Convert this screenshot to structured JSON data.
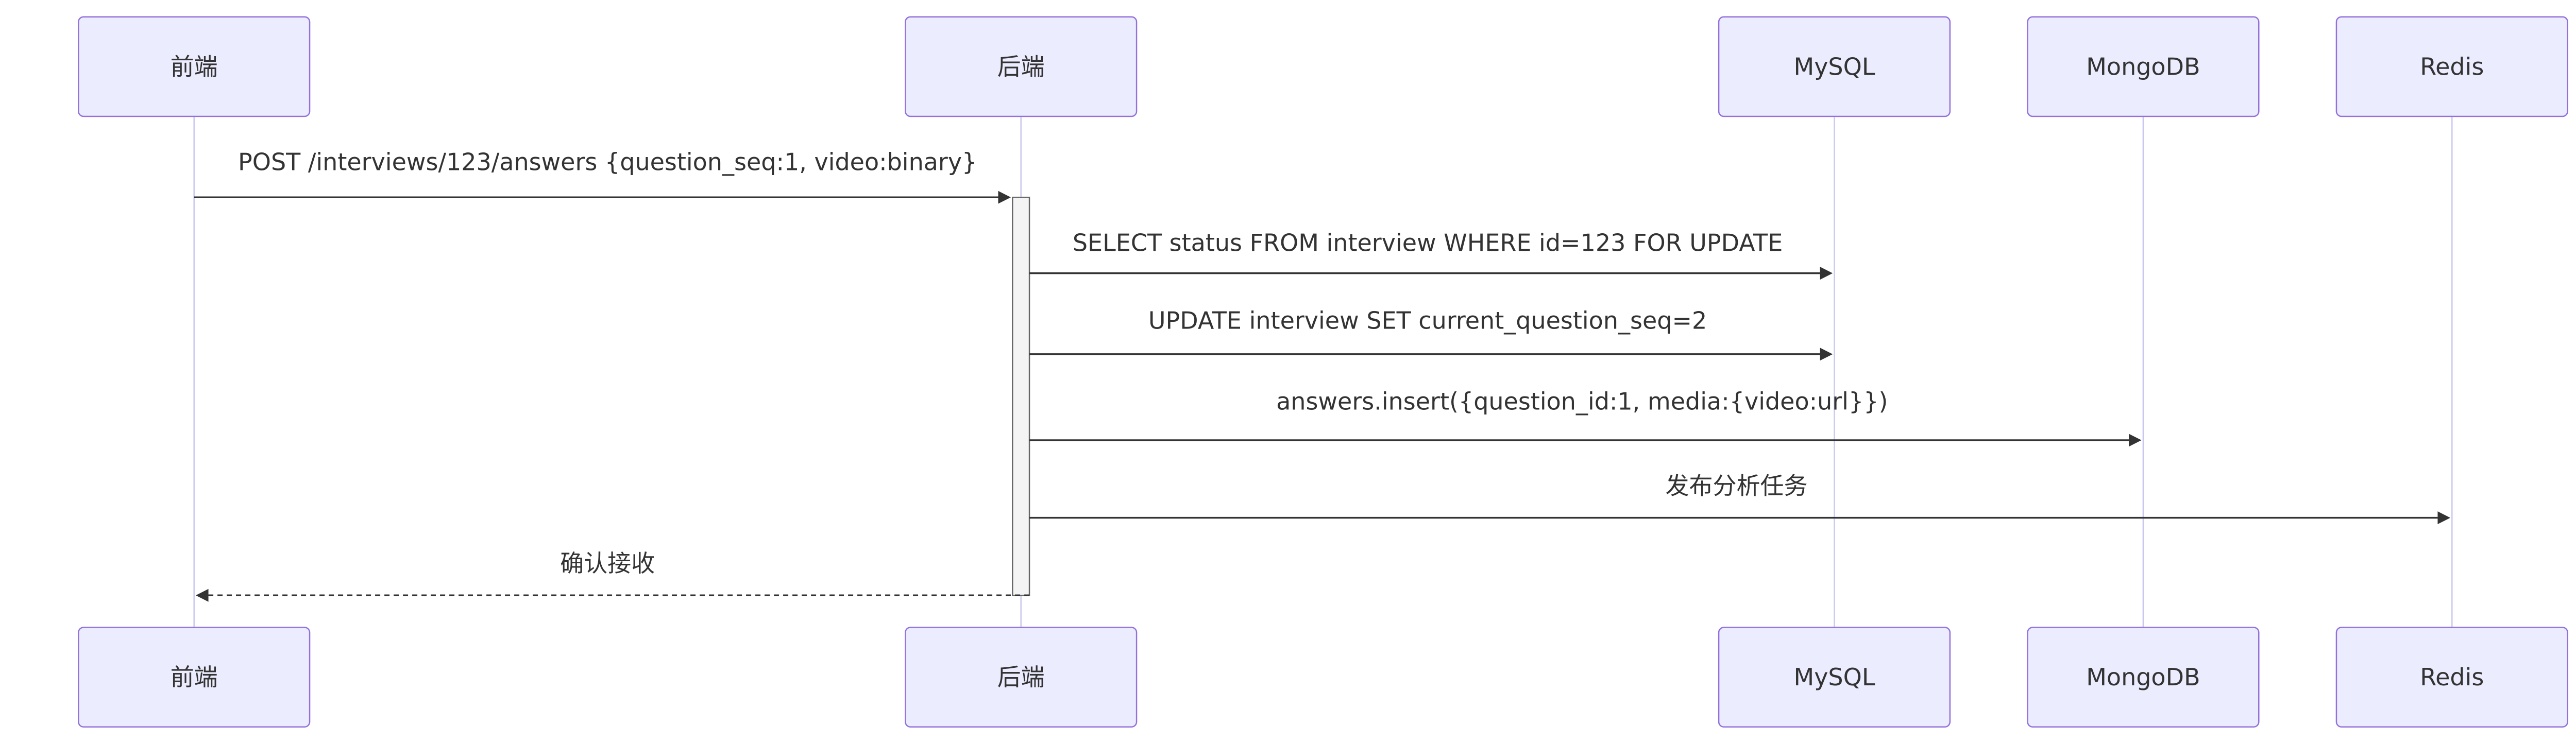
{
  "participants": [
    {
      "id": "fe",
      "label": "前端"
    },
    {
      "id": "be",
      "label": "后端"
    },
    {
      "id": "mysql",
      "label": "MySQL"
    },
    {
      "id": "mongo",
      "label": "MongoDB"
    },
    {
      "id": "redis",
      "label": "Redis"
    }
  ],
  "messages": [
    {
      "from": "fe",
      "to": "be",
      "label": "POST /interviews/123/answers {question_seq:1, video:binary}",
      "style": "solid"
    },
    {
      "from": "be",
      "to": "mysql",
      "label": "SELECT status FROM interview WHERE id=123 FOR UPDATE",
      "style": "solid"
    },
    {
      "from": "be",
      "to": "mysql",
      "label": "UPDATE interview SET current_question_seq=2",
      "style": "solid"
    },
    {
      "from": "be",
      "to": "mongo",
      "label": "answers.insert({question_id:1, media:{video:url}})",
      "style": "solid"
    },
    {
      "from": "be",
      "to": "redis",
      "label": "发布分析任务",
      "style": "solid"
    },
    {
      "from": "be",
      "to": "fe",
      "label": "确认接收",
      "style": "dashed"
    }
  ],
  "activation": {
    "participant": "be",
    "from_message": 0,
    "to_message": 5
  }
}
